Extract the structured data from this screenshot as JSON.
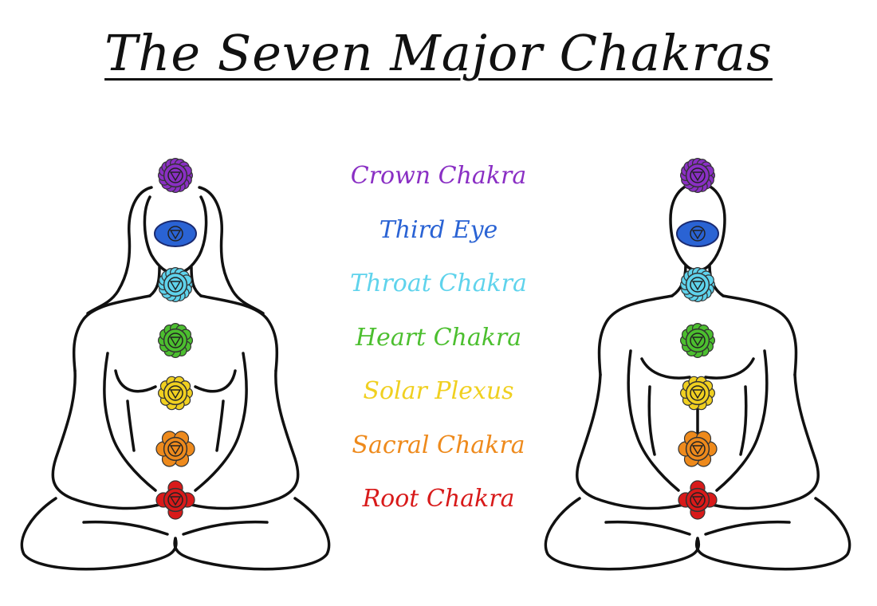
{
  "title": "The Seven Major Chakras",
  "chakras": [
    {
      "label": "Crown Chakra",
      "color": "#8a2fc4",
      "icon": "crown-chakra-icon"
    },
    {
      "label": "Third Eye",
      "color": "#2a63d4",
      "icon": "third-eye-chakra-icon"
    },
    {
      "label": "Throat Chakra",
      "color": "#5fd3ec",
      "icon": "throat-chakra-icon"
    },
    {
      "label": "Heart Chakra",
      "color": "#4cbf2f",
      "icon": "heart-chakra-icon"
    },
    {
      "label": "Solar Plexus",
      "color": "#f0d020",
      "icon": "solar-plexus-chakra-icon"
    },
    {
      "label": "Sacral Chakra",
      "color": "#ee8a1c",
      "icon": "sacral-chakra-icon"
    },
    {
      "label": "Root Chakra",
      "color": "#d81a1a",
      "icon": "root-chakra-icon"
    }
  ],
  "figures": [
    {
      "name": "female-meditating-figure"
    },
    {
      "name": "male-meditating-figure"
    }
  ]
}
